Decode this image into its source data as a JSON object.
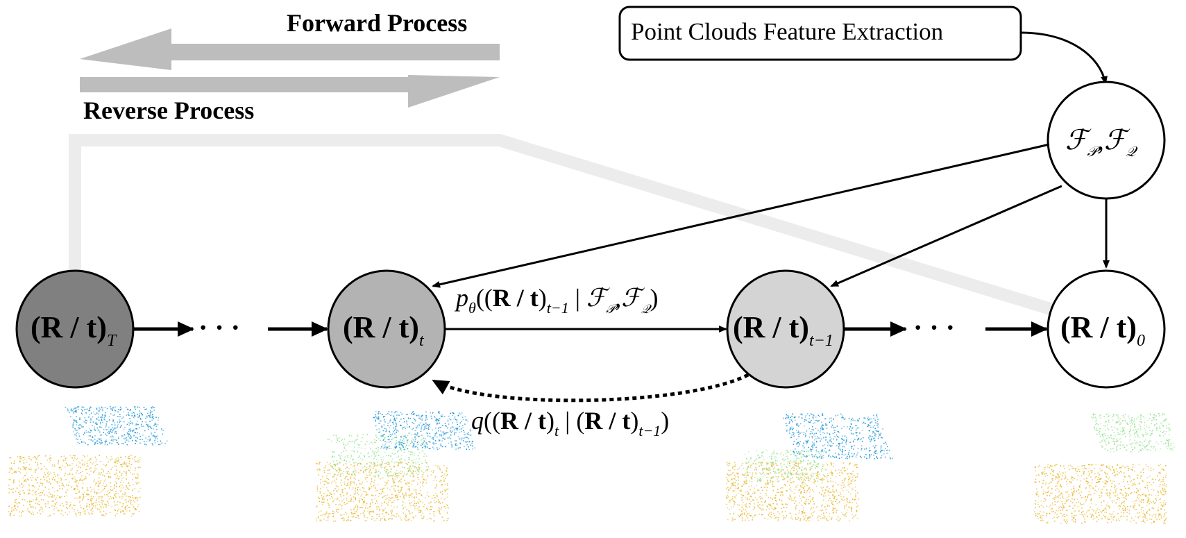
{
  "labels": {
    "forward": "Forward Process",
    "reverse": "Reverse Process",
    "feature_box": "Point Clouds Feature Extraction"
  },
  "feature_node": {
    "f1": "ℱ",
    "s1": "𝒫",
    "sep": ",",
    "f2": "ℱ",
    "s2": "𝒬"
  },
  "nodes": [
    {
      "main": "(R / t)",
      "sub": "T",
      "fill": "#808080"
    },
    {
      "main": "(R / t)",
      "sub": "t",
      "fill": "#b3b3b3"
    },
    {
      "main": "(R / t)",
      "sub": "t−1",
      "fill": "#d4d4d4"
    },
    {
      "main": "(R / t)",
      "sub": "0",
      "fill": "#ffffff"
    }
  ],
  "ellipsis": "· · ·",
  "p_label": {
    "p": "p",
    "theta": "θ",
    "open": "((",
    "rt": "R / t",
    "close_sub": ")",
    "sub": "t−1",
    "bar": " | ",
    "f1": "ℱ",
    "s1": "𝒫",
    "comma": ",",
    "f2": "ℱ",
    "s2": "𝒬",
    "end": ")"
  },
  "q_label": {
    "q": "q",
    "open": "((",
    "rt": "R / t",
    "close1": ")",
    "sub1": "t",
    "bar": " | ",
    "open2": "(",
    "rt2": "R / t",
    "close2": ")",
    "sub2": "t−1",
    "end": ")"
  },
  "colors": {
    "arrow_gray": "#bdbdbd",
    "faint_line": "#ececec",
    "black": "#000000",
    "pc_yellow": "#e6b425",
    "pc_blue": "#1a93d6",
    "pc_green": "#8fe08a"
  }
}
